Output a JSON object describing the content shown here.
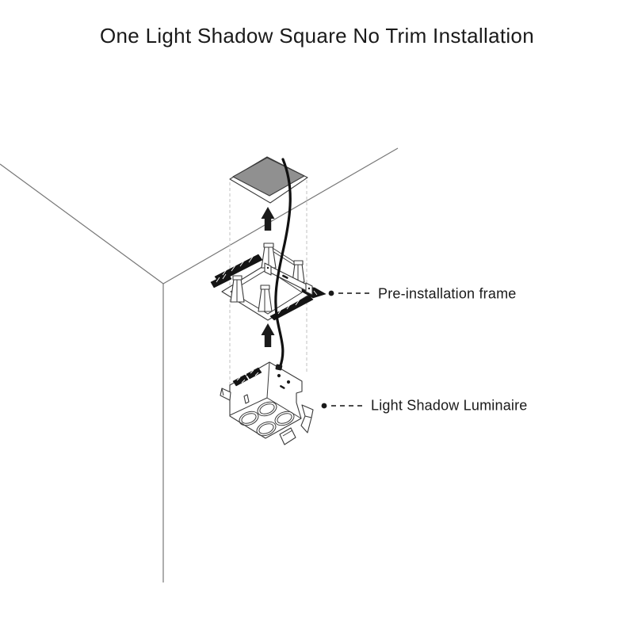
{
  "title": "One Light Shadow Square No Trim Installation",
  "annotations": {
    "frame_label": "Pre-installation frame",
    "luminaire_label": "Light Shadow Luminaire"
  },
  "diagram": {
    "type": "isometric-exploded-installation",
    "parts": [
      "ceiling-corner",
      "square-ceiling-cutout",
      "up-arrow",
      "pre-installation-frame",
      "up-arrow",
      "light-shadow-luminaire",
      "power-cable"
    ]
  },
  "colors": {
    "background": "#ffffff",
    "room_line": "#777777",
    "component_line": "#3a3a3a",
    "cutout_fill": "#909090",
    "ink": "#1a1a1a",
    "guide_dash": "#cccccc"
  }
}
